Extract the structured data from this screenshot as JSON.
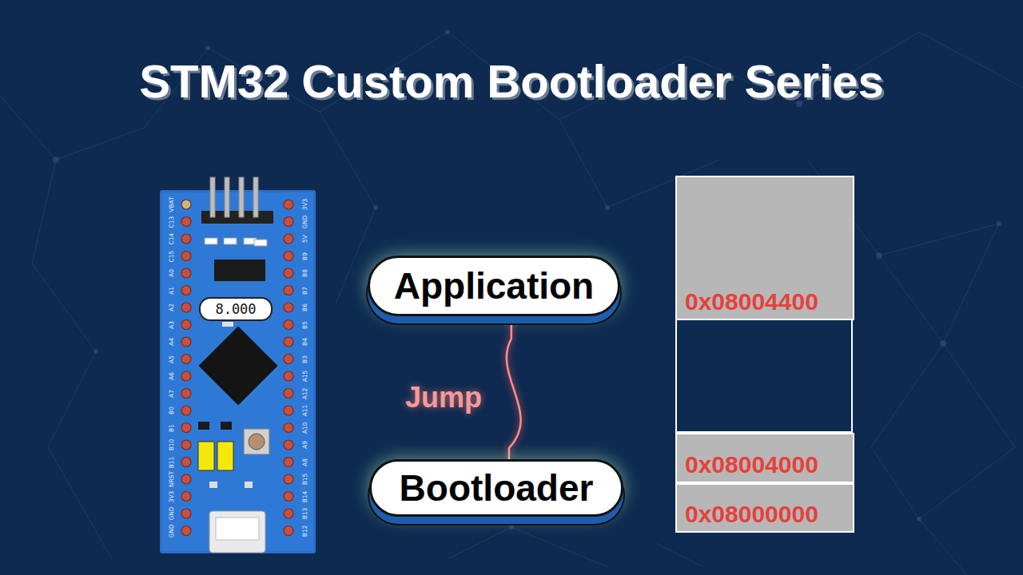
{
  "diagram": {
    "title": "STM32 Custom Bootloader Series",
    "nodes": [
      {
        "text": [
          "Application"
        ]
      },
      {
        "text": [
          "Bootloader"
        ]
      },
      {
        "text": [
          "0x08004400"
        ]
      },
      {
        "text": [
          "0x08004000"
        ]
      },
      {
        "text": [
          "0x08000000"
        ]
      }
    ],
    "edges": [
      {
        "from": 1,
        "to": 0,
        "label": "Jump",
        "arrow": "to"
      }
    ],
    "labels": [
      "8.000",
      "VBAT",
      "C13",
      "C14",
      "C15",
      "A0",
      "A1",
      "A2",
      "A3",
      "A4",
      "A5",
      "A6",
      "A7",
      "B0",
      "B1",
      "B10",
      "B11",
      "NRST",
      "3V3",
      "GND",
      "GND",
      "3V3",
      "GND",
      "5V",
      "B9",
      "B8",
      "B7",
      "B6",
      "B5",
      "B4",
      "B3",
      "A15",
      "A12",
      "A11",
      "A10",
      "A9",
      "A8",
      "B15",
      "B14",
      "B13",
      "B12"
    ]
  }
}
